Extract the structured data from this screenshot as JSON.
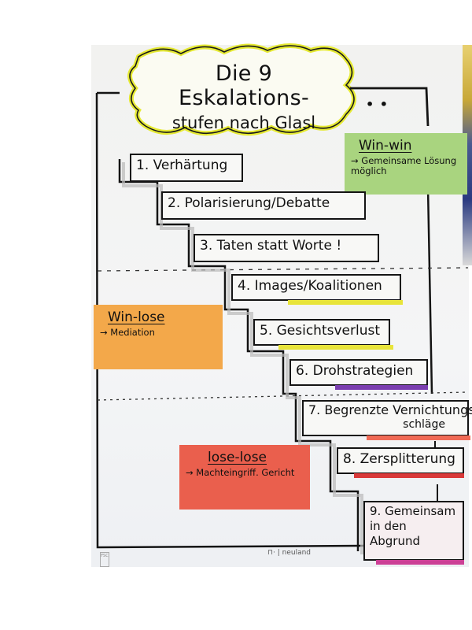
{
  "title": {
    "line1": "Die 9 Eskalations-",
    "line2": "stufen nach Glasl"
  },
  "decoration": {
    "dots": "• •"
  },
  "zones": [
    {
      "id": "win-win",
      "heading": "Win-win",
      "description": "→ Gemeinsame Lösung möglich",
      "color": "#a9d47f"
    },
    {
      "id": "win-lose",
      "heading": "Win-lose",
      "description": "→ Mediation",
      "color": "#f3a84a"
    },
    {
      "id": "lose-lose",
      "heading": "lose-lose",
      "description": "→ Machteingriff. Gericht",
      "color": "#ea5f4d"
    }
  ],
  "stages": [
    {
      "label": "1. Verhärtung",
      "highlight": ""
    },
    {
      "label": "2. Polarisierung/Debatte",
      "highlight": ""
    },
    {
      "label": "3. Taten statt Worte !",
      "highlight": ""
    },
    {
      "label": "4. Images/Koalitionen",
      "highlight": "#e8e43a"
    },
    {
      "label": "5. Gesichtsverlust",
      "highlight": "#e8e43a"
    },
    {
      "label": "6. Drohstrategien",
      "highlight": "#7b3fb0"
    },
    {
      "label": "7. Begrenzte Vernichtungs",
      "label_cont": "schläge",
      "highlight": "#f06a55"
    },
    {
      "label": "8. Zersplitterung",
      "highlight": "#d93a3a"
    },
    {
      "label": "9. Gemeinsam in den Abgrund",
      "highlight": "#cc3f95"
    }
  ],
  "footer": {
    "brand": "⊓· | neuland",
    "fsc": "FSC"
  }
}
